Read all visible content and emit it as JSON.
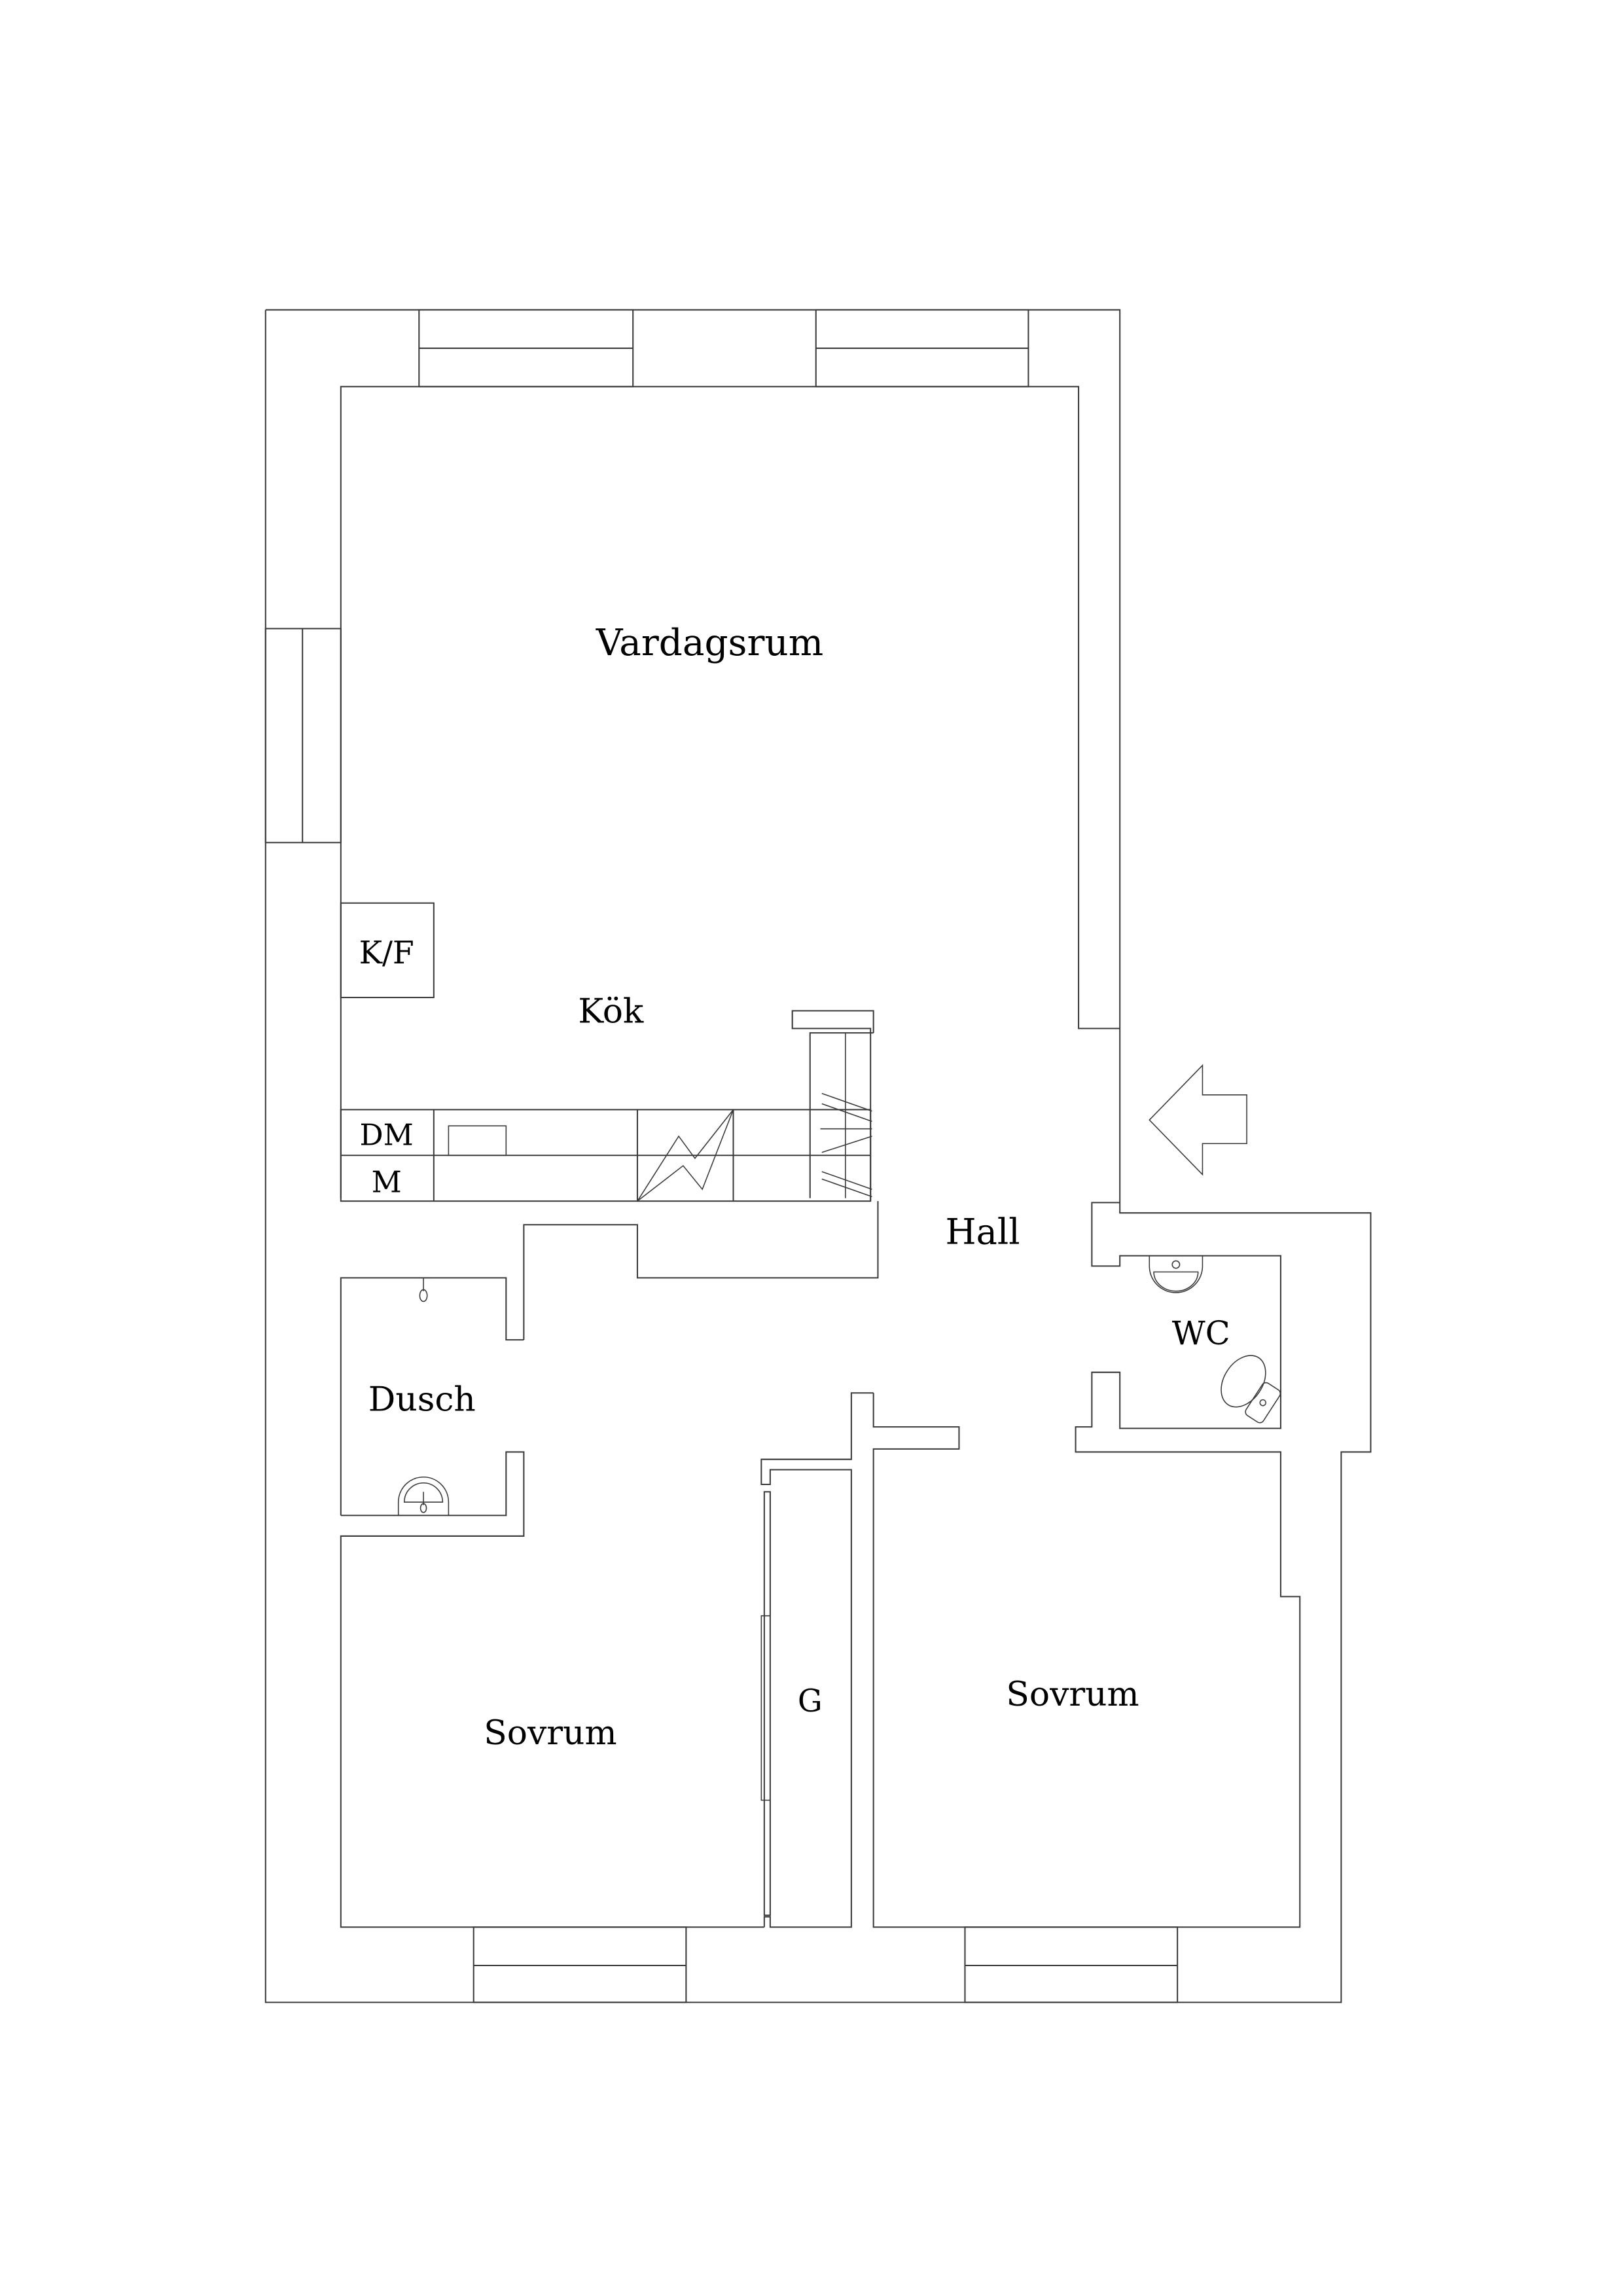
{
  "plan": {
    "rooms": [
      {
        "id": "vardagsrum",
        "label": "Vardagsrum"
      },
      {
        "id": "kok",
        "label": "Kök"
      },
      {
        "id": "hall",
        "label": "Hall"
      },
      {
        "id": "wc",
        "label": "WC"
      },
      {
        "id": "dusch",
        "label": "Dusch"
      },
      {
        "id": "sovrum_left",
        "label": "Sovrum"
      },
      {
        "id": "sovrum_right",
        "label": "Sovrum"
      },
      {
        "id": "garderob",
        "label": "G"
      }
    ],
    "appliances": {
      "kf": "K/F",
      "dm": "DM",
      "m": "M"
    },
    "icons": [
      "entrance-arrow-icon",
      "stove-icon",
      "sink-icon",
      "toilet-icon",
      "shower-icon",
      "washbasin-icon",
      "wardrobe-icon"
    ],
    "line_color": "#3a3a3a",
    "background": "#ffffff"
  }
}
